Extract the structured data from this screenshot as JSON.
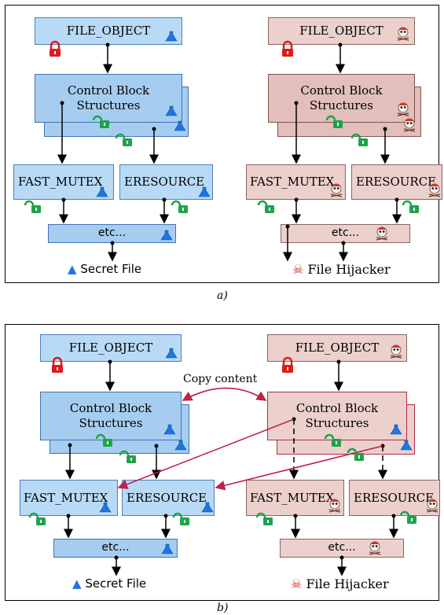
{
  "panel_a": {
    "caption": "a)",
    "left": {
      "file_object": "FILE_OBJECT",
      "control_block_line1": "Control Block",
      "control_block_line2": "Structures",
      "fast_mutex": "FAST_MUTEX",
      "eresource": "ERESOURCE",
      "etc": "etc...",
      "label": "Secret File"
    },
    "right": {
      "file_object": "FILE_OBJECT",
      "control_block_line1": "Control Block",
      "control_block_line2": "Structures",
      "fast_mutex": "FAST_MUTEX",
      "eresource": "ERESOURCE",
      "etc": "etc...",
      "label": "File Hijacker"
    }
  },
  "panel_b": {
    "caption": "b)",
    "copy_label": "Copy content",
    "left": {
      "file_object": "FILE_OBJECT",
      "control_block_line1": "Control Block",
      "control_block_line2": "Structures",
      "fast_mutex": "FAST_MUTEX",
      "eresource": "ERESOURCE",
      "etc": "etc...",
      "label": "Secret File"
    },
    "right": {
      "file_object": "FILE_OBJECT",
      "control_block_line1": "Control Block",
      "control_block_line2": "Structures",
      "fast_mutex": "FAST_MUTEX",
      "eresource": "ERESOURCE",
      "etc": "etc...",
      "label": "File Hijacker"
    }
  },
  "colors": {
    "secret_fill": "#b9daf6",
    "hijacker_fill": "#ebd0cc",
    "arrow_red": "#c0214d",
    "lock_red": "#e01b1b",
    "lock_green": "#1fa34a"
  }
}
